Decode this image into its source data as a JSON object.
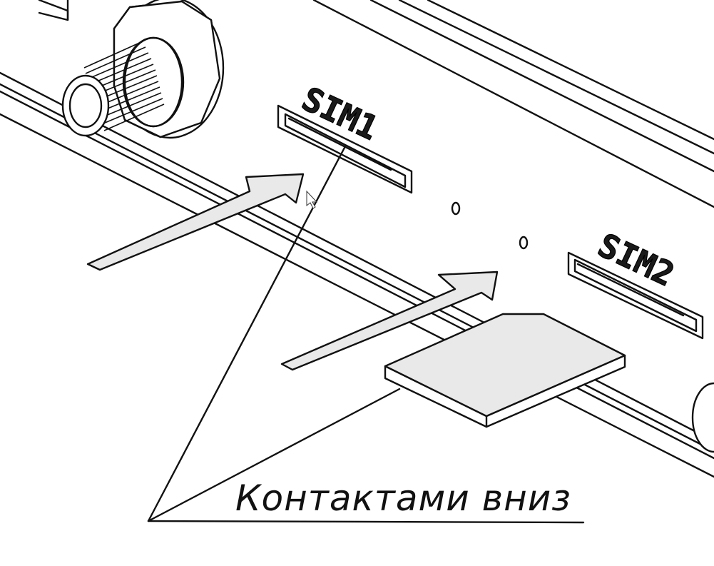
{
  "diagram": {
    "slot1_label": "SIM1",
    "slot2_label": "SIM2",
    "caption": "Контактами вниз",
    "colors": {
      "line": "#111111",
      "fill_light": "#e9e9e9",
      "background": "#ffffff"
    },
    "icons": [
      "cursor-arrow-icon",
      "insert-arrow-icon"
    ]
  }
}
